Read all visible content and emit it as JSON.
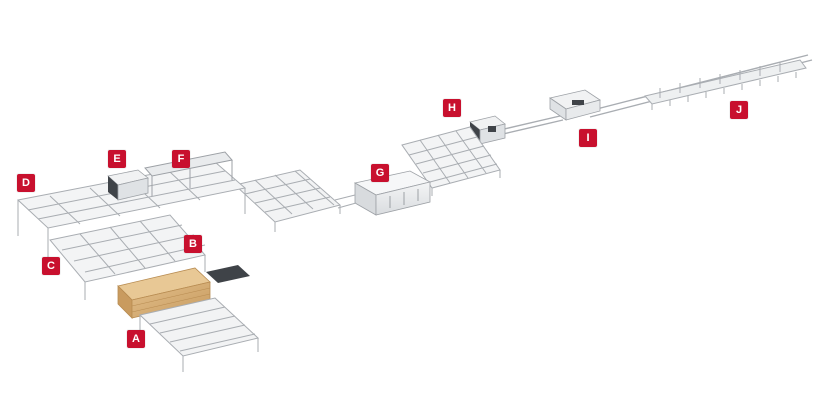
{
  "colors": {
    "marker": "#c8102e",
    "frame": "#a9adb2",
    "frame_light": "#d2d5d8",
    "machine_body": "#e9ebed",
    "machine_dark": "#3f4348",
    "timber": "#d8b27a",
    "timber_dark": "#b88c52"
  },
  "stations": [
    {
      "id": "A",
      "label": "A"
    },
    {
      "id": "B",
      "label": "B"
    },
    {
      "id": "C",
      "label": "C"
    },
    {
      "id": "D",
      "label": "D"
    },
    {
      "id": "E",
      "label": "E"
    },
    {
      "id": "F",
      "label": "F"
    },
    {
      "id": "G",
      "label": "G"
    },
    {
      "id": "H",
      "label": "H"
    },
    {
      "id": "I",
      "label": "I"
    },
    {
      "id": "J",
      "label": "J"
    }
  ]
}
